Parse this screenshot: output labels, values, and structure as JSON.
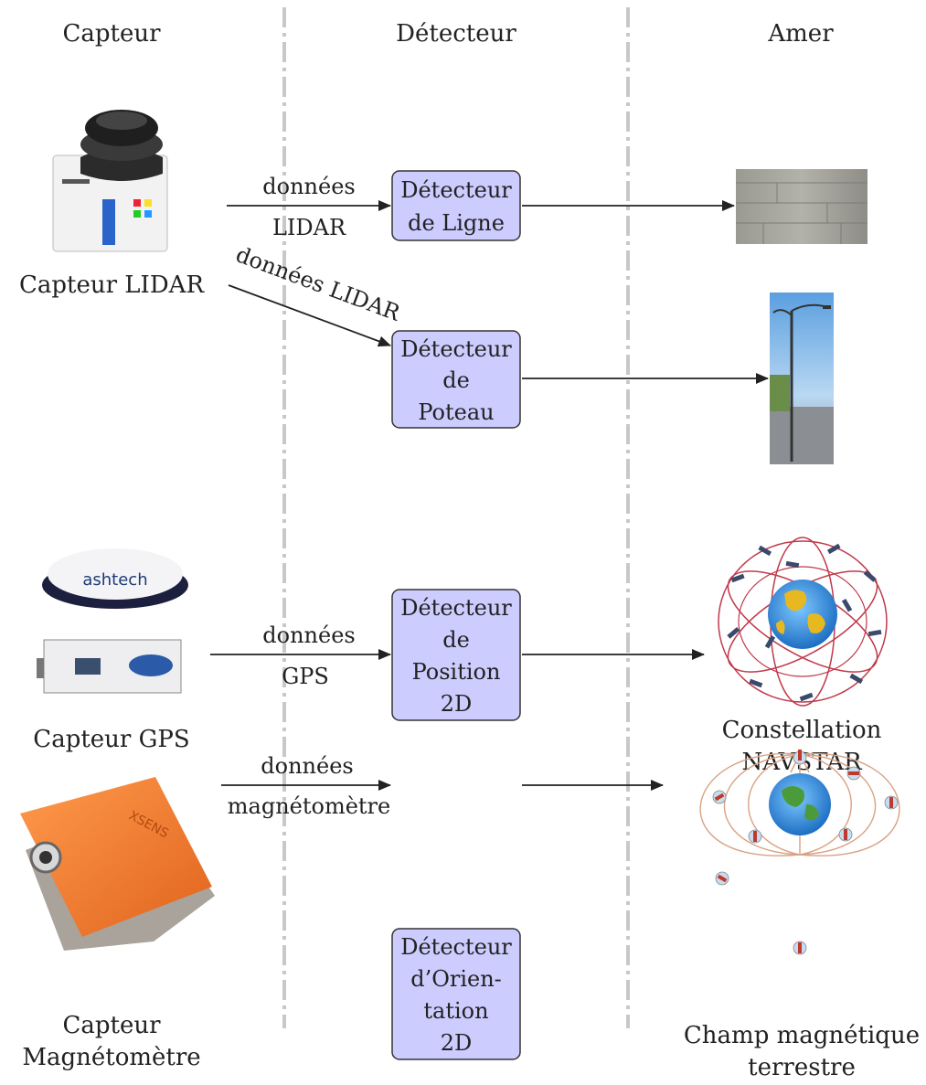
{
  "columns": {
    "sensor": "Capteur",
    "detector": "Détecteur",
    "landmark": "Amer"
  },
  "sensors": {
    "lidar": "Capteur LIDAR",
    "gps": "Capteur GPS",
    "mag_line1": "Capteur",
    "mag_line2": "Magnétomètre"
  },
  "detectors": {
    "line": [
      "Détecteur",
      "de Ligne"
    ],
    "pole": [
      "Détecteur",
      "de",
      "Poteau"
    ],
    "position": [
      "Détecteur",
      "de",
      "Position",
      "2D"
    ],
    "orientation": [
      "Détecteur",
      "d’Orien-",
      "tation",
      "2D"
    ]
  },
  "edges": {
    "lidar_line_1": "données",
    "lidar_line_2": "LIDAR",
    "lidar_pole": "données LIDAR",
    "gps_1": "données",
    "gps_2": "GPS",
    "mag_1": "données",
    "mag_2": "magnétomètre"
  },
  "landmarks": {
    "navstar_1": "Constellation",
    "navstar_2": "NAVSTAR",
    "field_1": "Champ magnétique",
    "field_2": "terrestre"
  },
  "images": {
    "lidar": "SICK LIDAR sensor",
    "gps_antenna": "ashtech GPS antenna",
    "gps_receiver": "GPS receiver",
    "magnetometer": "orange magnetometer",
    "wall": "wall",
    "pole": "street lamp pole",
    "constellation": "GPS constellation globe",
    "magnetic_field": "Earth magnetic field"
  },
  "colors": {
    "box_fill": "#ccccff",
    "box_stroke": "#333333",
    "divider": "#c8c8c8",
    "arrow": "#222222"
  }
}
